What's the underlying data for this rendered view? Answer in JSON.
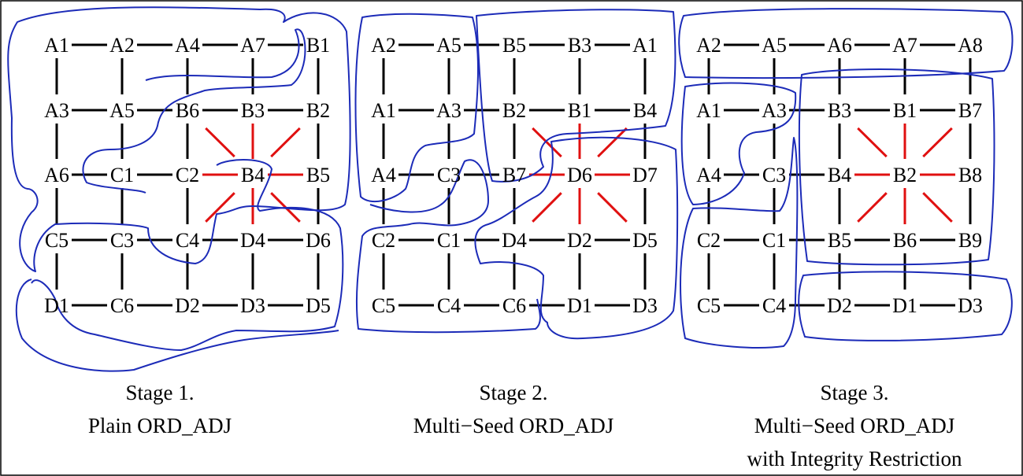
{
  "colors": {
    "edge": "#000000",
    "highlight_edge": "#e01010",
    "outline": "#1c2bb8"
  },
  "panels": [
    {
      "id": "stage1",
      "grid": [
        [
          "A1",
          "A2",
          "A4",
          "A7",
          "B1"
        ],
        [
          "A3",
          "A5",
          "B6",
          "B3",
          "B2"
        ],
        [
          "A6",
          "C1",
          "C2",
          "B4",
          "B5"
        ],
        [
          "C5",
          "C3",
          "C4",
          "D4",
          "D6"
        ],
        [
          "D1",
          "C6",
          "D2",
          "D3",
          "D5"
        ]
      ],
      "center": "B4",
      "caption": [
        "Stage 1.",
        "Plain ORD_ADJ"
      ]
    },
    {
      "id": "stage2",
      "grid": [
        [
          "A2",
          "A5",
          "B5",
          "B3",
          "A1"
        ],
        [
          "A1",
          "A3",
          "B2",
          "B1",
          "B4"
        ],
        [
          "A4",
          "C3",
          "B7",
          "D6",
          "D7"
        ],
        [
          "C2",
          "C1",
          "D4",
          "D2",
          "D5"
        ],
        [
          "C5",
          "C4",
          "C6",
          "D1",
          "D3"
        ]
      ],
      "center": "D6",
      "caption": [
        "Stage 2.",
        "Multi−Seed ORD_ADJ"
      ]
    },
    {
      "id": "stage3",
      "grid": [
        [
          "A2",
          "A5",
          "A6",
          "A7",
          "A8"
        ],
        [
          "A1",
          "A3",
          "B3",
          "B1",
          "B7"
        ],
        [
          "A4",
          "C3",
          "B4",
          "B2",
          "B8"
        ],
        [
          "C2",
          "C1",
          "B5",
          "B6",
          "B9"
        ],
        [
          "C5",
          "C4",
          "D2",
          "D1",
          "D3"
        ]
      ],
      "center": "B2",
      "caption": [
        "Stage 3.",
        "Multi−Seed ORD_ADJ",
        "with Integrity Restriction"
      ]
    }
  ]
}
